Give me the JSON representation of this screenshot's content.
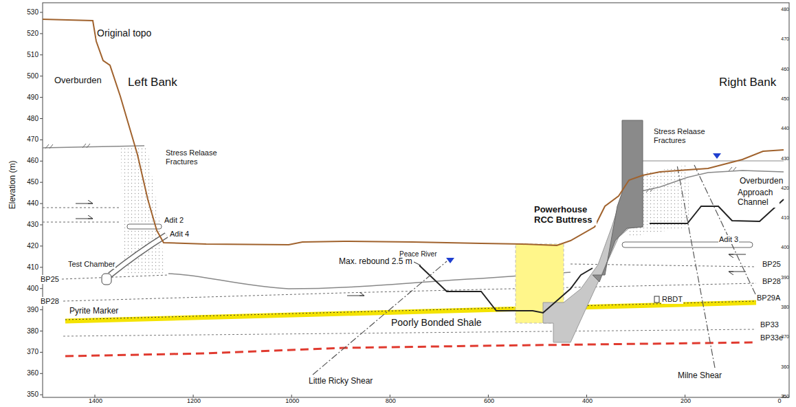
{
  "diagram": {
    "labels": [
      "Original topo",
      "Overburden",
      "Left Bank",
      "Stress Relaase Fractures",
      "Adit 2",
      "Adit 4",
      "Test Chamber",
      "BP25",
      "BP28",
      "Pyrite Marker",
      "Peace River",
      "Max. rebound 2.5 m",
      "Powerhouse RCC Buttress",
      "Poorly Bonded Shale",
      "Little Ricky Shear",
      "Milne Shear",
      "Right Bank",
      "Stress Relaase Fractures",
      "Overburden",
      "Approach Channel",
      "Adit 3",
      "BP25",
      "BP28",
      "BP29A",
      "RBDT",
      "BP33",
      "BP33e",
      "Elevation (m)",
      "530",
      "520",
      "510",
      "500",
      "490",
      "480",
      "470",
      "460",
      "450",
      "440",
      "430",
      "420",
      "410",
      "400",
      "390",
      "380",
      "370",
      "360",
      "350",
      "1400",
      "1200",
      "1000",
      "800",
      "600",
      "400",
      "200",
      "0",
      "480",
      "470",
      "460",
      "450",
      "440",
      "430",
      "420",
      "410",
      "400",
      "390",
      "380",
      "370",
      "360",
      "350"
    ]
  }
}
